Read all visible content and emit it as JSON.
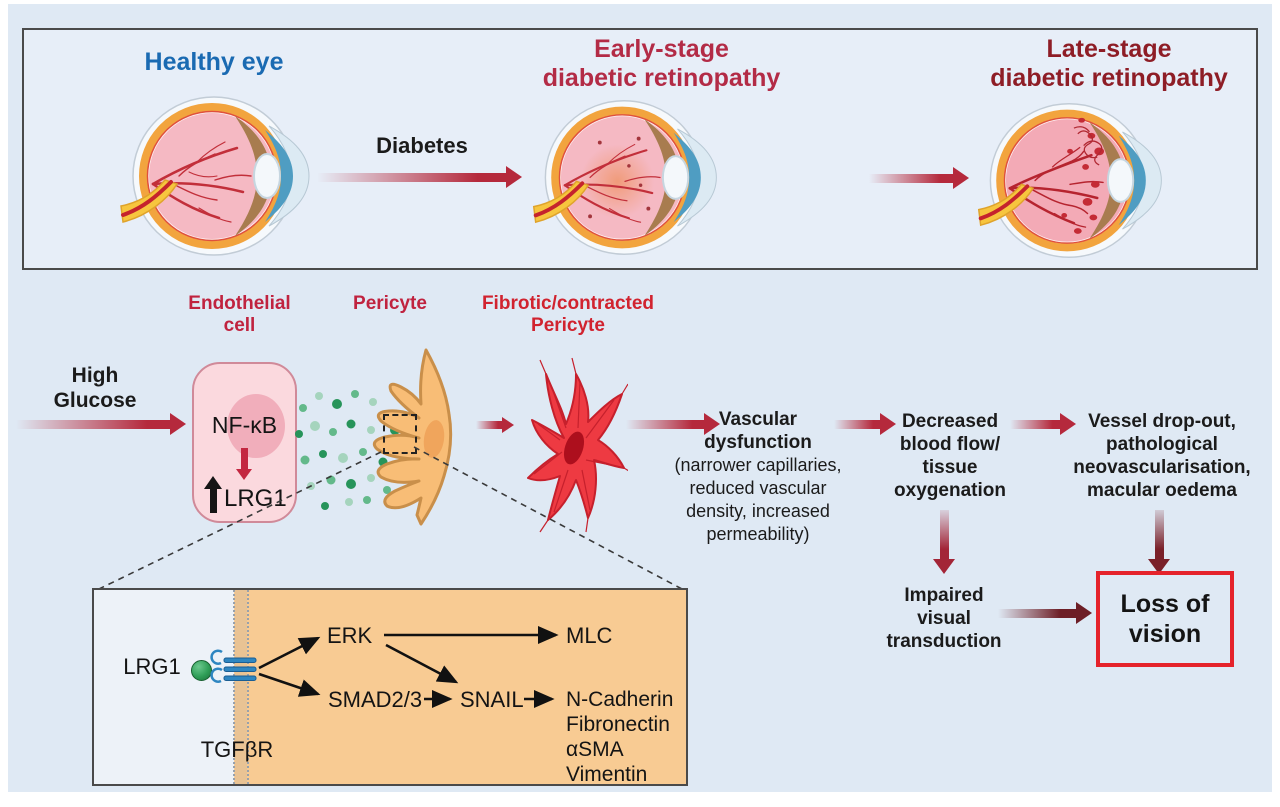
{
  "top_panel": {
    "stage1_title": "Healthy eye",
    "stage2_title_lines": [
      "Early-stage",
      "diabetic retinopathy"
    ],
    "stage3_title_lines": [
      "Late-stage",
      "diabetic retinopathy"
    ],
    "diabetes_label": "Diabetes"
  },
  "pathway": {
    "high_glucose_lines": [
      "High",
      "Glucose"
    ],
    "endothelial_label_lines": [
      "Endothelial",
      "cell"
    ],
    "nfkb_label": "NF-κB",
    "lrg1_label": "LRG1",
    "pericyte_label": "Pericyte",
    "fibrotic_label_lines": [
      "Fibrotic/contracted",
      "Pericyte"
    ],
    "vascular_bold_lines": [
      "Vascular",
      "dysfunction"
    ],
    "vascular_detail_lines": [
      "(narrower capillaries,",
      "reduced vascular",
      "density, increased",
      "permeability)"
    ],
    "decreased_lines": [
      "Decreased",
      "blood flow/",
      "tissue",
      "oxygenation"
    ],
    "vessel_lines": [
      "Vessel drop-out,",
      "pathological",
      "neovascularisation,",
      "macular oedema"
    ],
    "impaired_lines": [
      "Impaired",
      "visual",
      "transduction"
    ],
    "loss_of_vision_lines": [
      "Loss of",
      "vision"
    ]
  },
  "inset": {
    "ligand_label": "LRG1",
    "receptor_label": "TGFβR",
    "erk_label": "ERK",
    "mlc_label": "MLC",
    "smad_label": "SMAD2/3",
    "snail_label": "SNAIL",
    "target_labels": [
      "N-Cadherin",
      "Fibronectin",
      "αSMA",
      "Vimentin"
    ]
  },
  "colors": {
    "background": "#dfe9f4",
    "panel_background": "#e7eef8",
    "healthy_title": "#1a6ab2",
    "early_title": "#b32b46",
    "late_title": "#8e1d26",
    "cell_label_red": "#c0233f",
    "fibrotic_label_red": "#d1232f",
    "arrow_crimson": "#b5293c",
    "arrow_dark_maroon": "#6d1e26",
    "loss_box_border": "#e5232b",
    "lrg1_green": "#2f9e57",
    "pericyte_orange": "#f8bd76",
    "fibrotic_cell_red": "#ee3a42",
    "inset_orange": "#f8cb93"
  }
}
